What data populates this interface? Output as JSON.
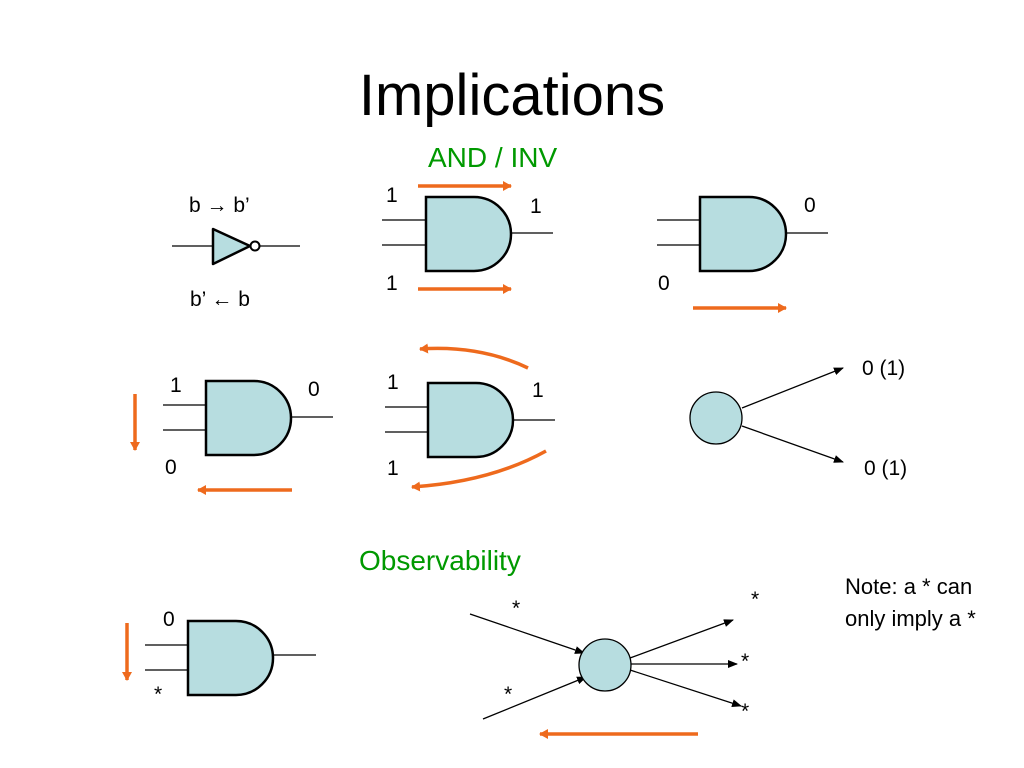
{
  "title": "Implications",
  "section_and_inv": "AND / INV",
  "section_observability": "Observability",
  "colors": {
    "gate_fill": "#b7dde0",
    "arrow_orange": "#ee6a1d",
    "heading_green": "#009900"
  },
  "inverter": {
    "forward": "b → b’",
    "backward": "b’ ← b"
  },
  "and_gate_1": {
    "in_top": "1",
    "in_bottom": "1",
    "out": "1"
  },
  "and_gate_2": {
    "in_bottom": "0",
    "out": "0"
  },
  "and_gate_3": {
    "in_top": "1",
    "in_bottom": "0",
    "out": "0"
  },
  "and_gate_4": {
    "in_top": "1",
    "in_bottom": "1",
    "out": "1"
  },
  "fanout_node": {
    "branch_top": "0 (1)",
    "branch_bottom": "0 (1)"
  },
  "and_gate_5": {
    "in_top": "0",
    "in_bottom": "*"
  },
  "obs_node": {
    "in_top": "*",
    "in_bottom": "*",
    "out_top": "*",
    "out_mid": "*",
    "out_bottom": "*"
  },
  "note": "Note: a * can only imply a *"
}
